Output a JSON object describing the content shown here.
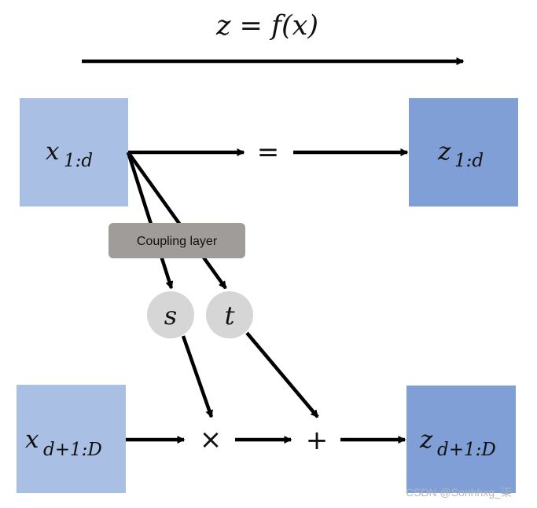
{
  "diagram": {
    "title": "z = f(x)",
    "nodes": {
      "x_top": {
        "base": "x",
        "sub": "1:d"
      },
      "z_top": {
        "base": "z",
        "sub": "1:d"
      },
      "x_bottom": {
        "base": "x",
        "sub": "d+1:D"
      },
      "z_bottom": {
        "base": "z",
        "sub": "d+1:D"
      },
      "s": "s",
      "t": "t"
    },
    "operators": {
      "equals": "=",
      "multiply": "×",
      "plus": "+"
    },
    "coupling_label": "Coupling layer",
    "colors": {
      "light_box": "#a9bfe3",
      "dark_box": "#7f9fd6",
      "coupling_box": "#9f9c9a",
      "circle": "#d6d6d6",
      "arrow": "#000000"
    }
  },
  "watermark": "CSDN @Sonhhxg_柒"
}
